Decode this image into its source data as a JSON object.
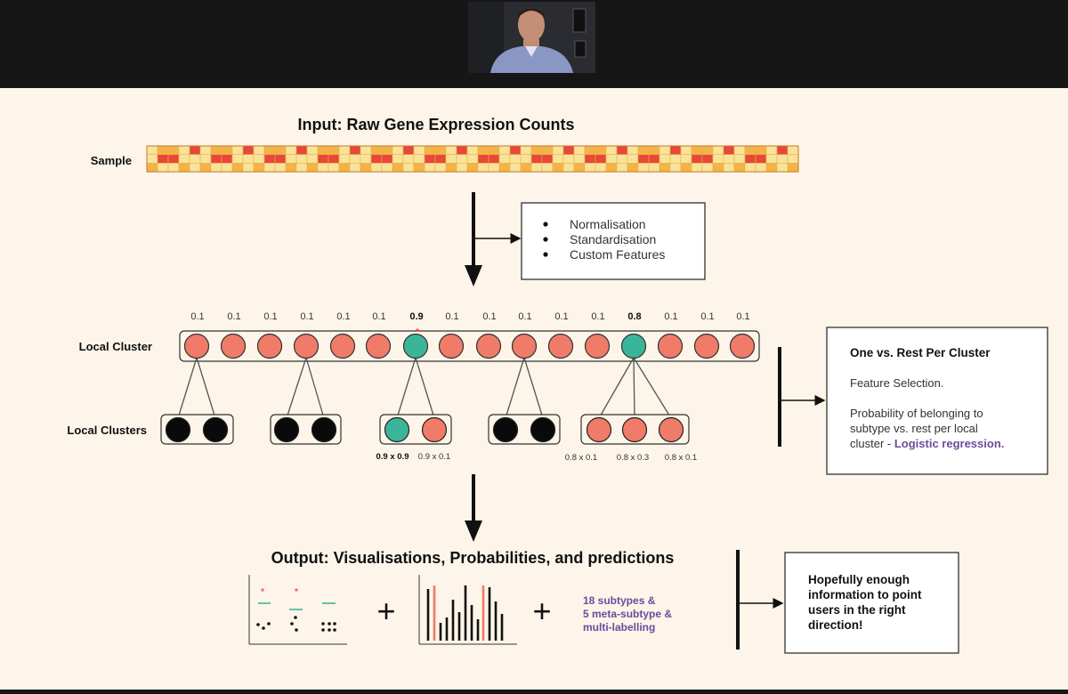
{
  "colors": {
    "background": "#fdf5e9",
    "red_node": "#ef7b68",
    "teal_node": "#3bb59a",
    "black_node": "#0a0a0a",
    "purple": "#6a4c9c",
    "heat_light": "#f9e39a",
    "heat_mid": "#f4b347",
    "heat_red": "#e8473a"
  },
  "video": {
    "presenter": "webcam-presenter"
  },
  "input": {
    "title": "Input: Raw Gene Expression Counts",
    "sample_label": "Sample"
  },
  "preprocessing": {
    "items": [
      "Normalisation",
      "Standardisation",
      "Custom Features"
    ]
  },
  "local_cluster": {
    "label": "Local Cluster",
    "probabilities": [
      "0.1",
      "0.1",
      "0.1",
      "0.1",
      "0.1",
      "0.1",
      "0.9",
      "0.1",
      "0.1",
      "0.1",
      "0.1",
      "0.1",
      "0.8",
      "0.1",
      "0.1",
      "0.1"
    ],
    "highlighted": [
      6,
      12
    ]
  },
  "local_clusters": {
    "label": "Local Clusters",
    "annotations": [
      "0.9 x 0.9",
      "0.9 x 0.1",
      "0.8 x 0.1",
      "0.8 x 0.3",
      "0.8 x 0.1"
    ]
  },
  "one_vs_rest": {
    "title": "One vs. Rest Per Cluster",
    "line1": "Feature Selection.",
    "line2a": "Probability of belonging to",
    "line2b": "subtype vs. rest per local",
    "line2c": "cluster - ",
    "line2d": "Logistic regression."
  },
  "output": {
    "title": "Output: Visualisations, Probabilities, and predictions",
    "plus": "+",
    "subtypes": [
      "18 subtypes &",
      "5 meta-subtype &",
      "multi-labelling"
    ],
    "hope_lines": [
      "Hopefully enough",
      "information to point",
      "users in the right",
      "direction!"
    ]
  }
}
